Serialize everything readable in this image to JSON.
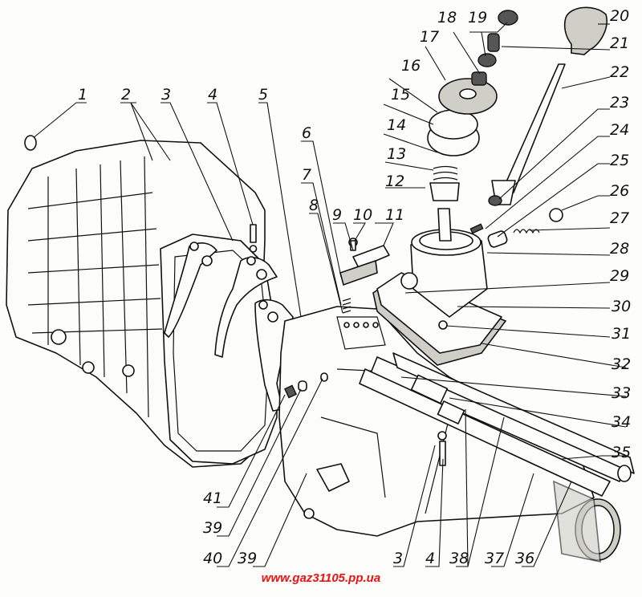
{
  "figure": {
    "description": "Exploded view: gearbox housing, shift forks and gear shift mechanism",
    "source_url": "www.gaz31105.pp.ua",
    "url_color": "#ee1111"
  },
  "callouts": [
    {
      "id": "1",
      "label": "1"
    },
    {
      "id": "2",
      "label": "2"
    },
    {
      "id": "3",
      "label": "3"
    },
    {
      "id": "4",
      "label": "4"
    },
    {
      "id": "5",
      "label": "5"
    },
    {
      "id": "6",
      "label": "6"
    },
    {
      "id": "7",
      "label": "7"
    },
    {
      "id": "8",
      "label": "8"
    },
    {
      "id": "9",
      "label": "9"
    },
    {
      "id": "10",
      "label": "10"
    },
    {
      "id": "11",
      "label": "11"
    },
    {
      "id": "12",
      "label": "12"
    },
    {
      "id": "13",
      "label": "13"
    },
    {
      "id": "14",
      "label": "14"
    },
    {
      "id": "15",
      "label": "15"
    },
    {
      "id": "16",
      "label": "16"
    },
    {
      "id": "17",
      "label": "17"
    },
    {
      "id": "18",
      "label": "18"
    },
    {
      "id": "19",
      "label": "19"
    },
    {
      "id": "20",
      "label": "20"
    },
    {
      "id": "21",
      "label": "21"
    },
    {
      "id": "22",
      "label": "22"
    },
    {
      "id": "23",
      "label": "23"
    },
    {
      "id": "24",
      "label": "24"
    },
    {
      "id": "25",
      "label": "25"
    },
    {
      "id": "26",
      "label": "26"
    },
    {
      "id": "27",
      "label": "27"
    },
    {
      "id": "28",
      "label": "28"
    },
    {
      "id": "29",
      "label": "29"
    },
    {
      "id": "30",
      "label": "30"
    },
    {
      "id": "31",
      "label": "31"
    },
    {
      "id": "32",
      "label": "32"
    },
    {
      "id": "33",
      "label": "33"
    },
    {
      "id": "34",
      "label": "34"
    },
    {
      "id": "35",
      "label": "35"
    },
    {
      "id": "41",
      "label": "41"
    },
    {
      "id": "39a",
      "label": "39"
    },
    {
      "id": "40",
      "label": "40"
    },
    {
      "id": "39b",
      "label": "39"
    },
    {
      "id": "3b",
      "label": "3"
    },
    {
      "id": "4b",
      "label": "4"
    },
    {
      "id": "38",
      "label": "38"
    },
    {
      "id": "37",
      "label": "37"
    },
    {
      "id": "36",
      "label": "36"
    }
  ]
}
